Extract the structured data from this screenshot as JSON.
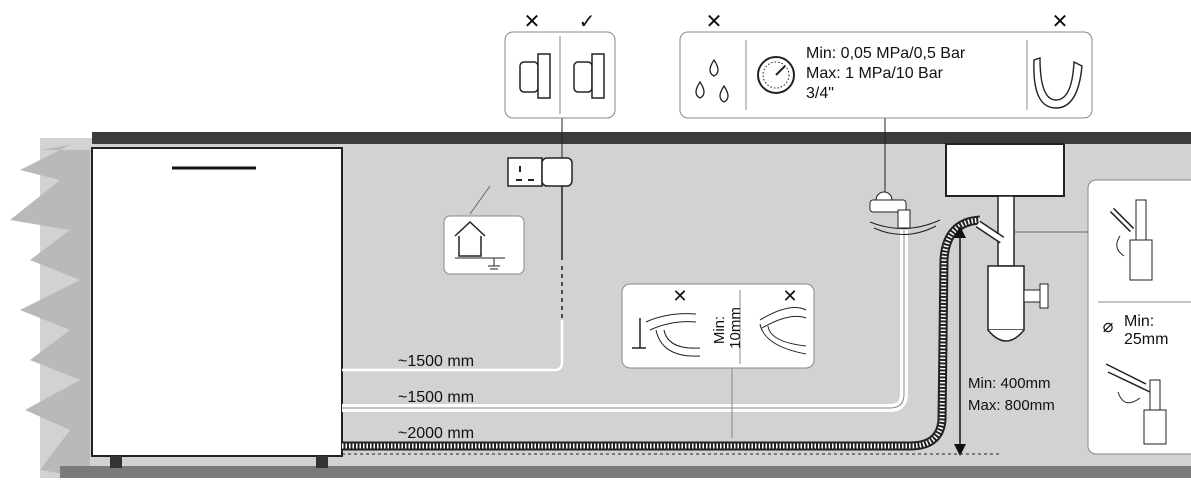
{
  "power": {
    "wrong_mark": "✕",
    "right_mark": "✓"
  },
  "water": {
    "pressure_min": "Min: 0,05 MPa/0,5 Bar",
    "pressure_max": "Max: 1 MPa/10 Bar",
    "thread": "3/4\"",
    "left_mark": "✕",
    "right_mark": "✕"
  },
  "hoses": {
    "power_length": "~1500 mm",
    "inlet_length": "~1500 mm",
    "drain_length": "~2000 mm"
  },
  "bend_panel": {
    "left_mark": "✕",
    "right_mark": "✕",
    "min_radius": "Min:",
    "min_radius_value": "10mm"
  },
  "drain_height": {
    "min": "Min: 400mm",
    "max": "Max: 800mm"
  },
  "siphon_panel": {
    "diameter_symbol": "⌀",
    "min": "Min:",
    "min_value": "25mm"
  }
}
